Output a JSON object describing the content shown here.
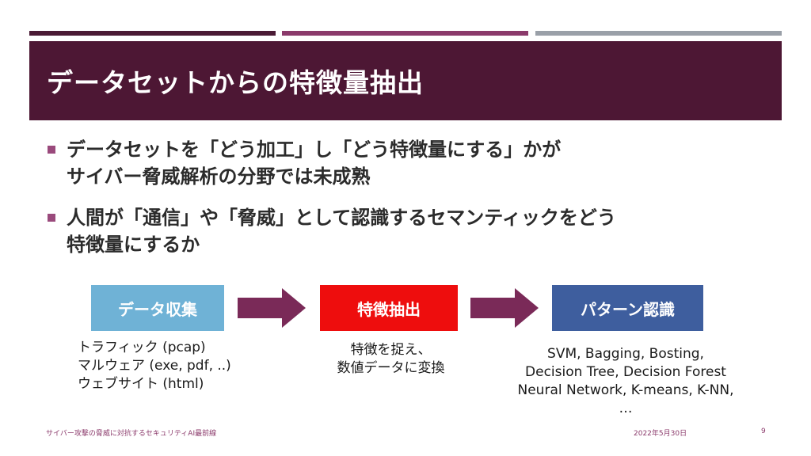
{
  "colors": {
    "stripe1": "#4a1a35",
    "stripe2": "#8b3a6b",
    "stripe3": "#9aa0a8",
    "title_bg": "#4d1734",
    "bullet_marker": "#9a4a7c",
    "box1": "#6fb2d6",
    "box2": "#ee0d0d",
    "box3": "#3e5e9e",
    "arrow": "#7a2a58",
    "footer_text": "#8b3a6b"
  },
  "title": "データセットからの特徴量抽出",
  "bullets": [
    {
      "lines": [
        "データセットを「どう加工」し「どう特徴量にする」かが",
        "サイバー脅威解析の分野では未成熟"
      ]
    },
    {
      "lines": [
        "人間が「通信」や「脅威」として認識するセマンティックをどう",
        "特徴量にするか"
      ]
    }
  ],
  "flow": {
    "steps": [
      {
        "label": "データ収集",
        "desc": [
          "トラフィック (pcap)",
          "マルウェア (exe, pdf, ..)",
          "ウェブサイト (html)"
        ]
      },
      {
        "label": "特徴抽出",
        "desc": [
          "特徴を捉え、",
          "数値データに変換"
        ]
      },
      {
        "label": "パターン認識",
        "desc": [
          "SVM, Bagging, Bosting,",
          "Decision Tree, Decision Forest",
          "Neural Network, K-means, K-NN,",
          "…"
        ]
      }
    ]
  },
  "footer": {
    "title": "サイバー攻撃の脅威に対抗するセキュリティAI最前線",
    "date": "2022年5月30日",
    "page": "9"
  }
}
